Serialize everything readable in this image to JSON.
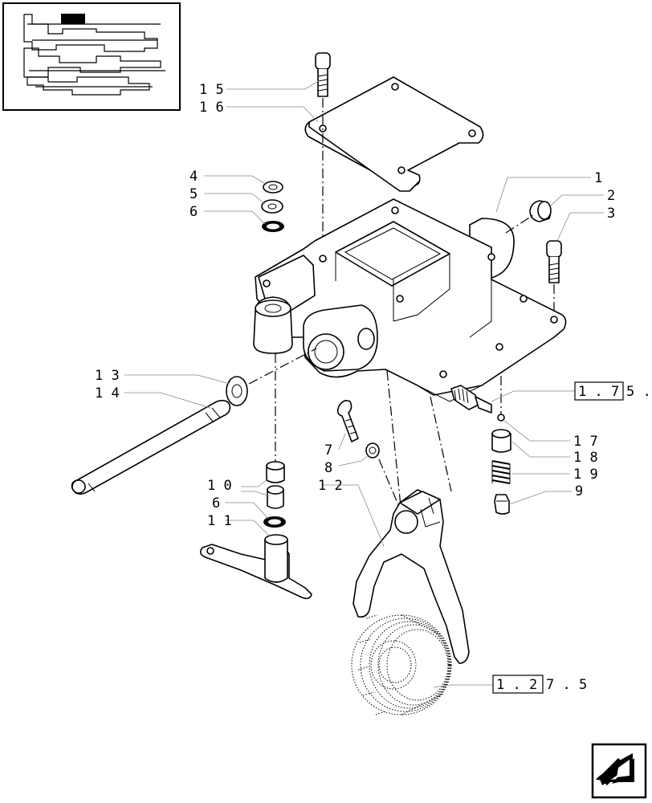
{
  "callouts": {
    "c1": "1",
    "c2": "2",
    "c3": "3",
    "c4": "4",
    "c5": "5",
    "c6a": "6",
    "c13": "1 3",
    "c14": "1 4",
    "c15": "1 5",
    "c16": "1 6",
    "c7": "7",
    "c8": "8",
    "c12": "1 2",
    "c10": "1 0",
    "c6b": "6",
    "c11": "1 1",
    "c17": "1 7",
    "c18": "1 8",
    "c19": "1 9",
    "c9": "9"
  },
  "references": {
    "ref1_boxed": "1 . 7",
    "ref1_tail": "5 .",
    "ref2_boxed": "1 . 2",
    "ref2_tail": "7 . 5"
  },
  "icons": {
    "thumbnail": "transmission-overview-thumbnail",
    "navigation": "next-page-arrow-icon"
  }
}
